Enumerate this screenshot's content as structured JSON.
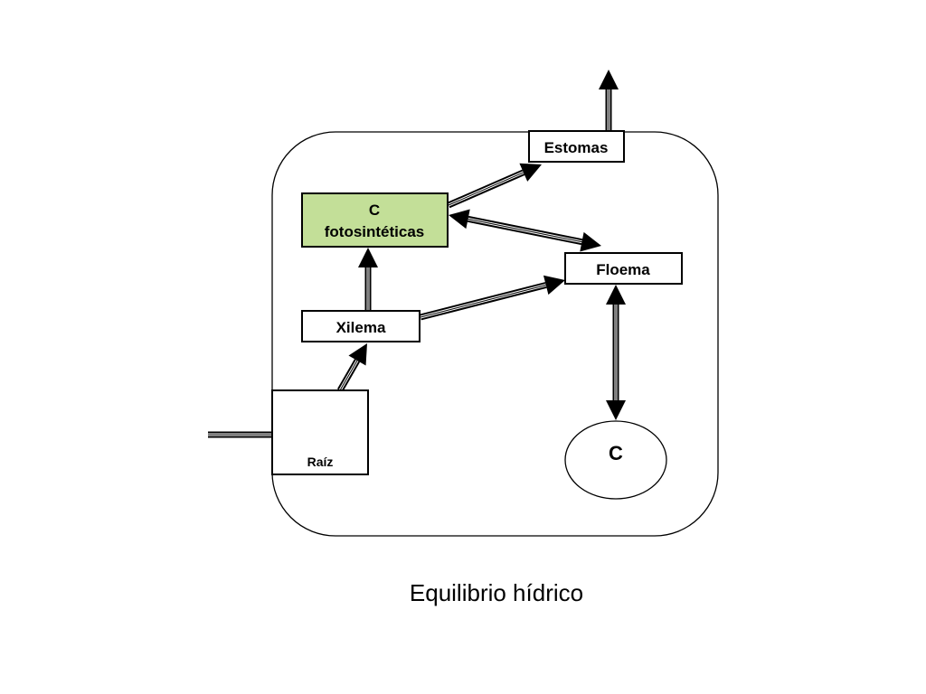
{
  "diagram": {
    "caption": "Equilibrio hídrico",
    "colors": {
      "photosynthetic_fill": "#c3df98",
      "box_fill": "#ffffff",
      "stroke": "#000000"
    },
    "nodes": {
      "estomas": "Estomas",
      "fotosinteticas_line1": "C",
      "fotosinteticas_line2": "fotosintéticas",
      "floema": "Floema",
      "xilema": "Xilema",
      "raiz": "Raíz",
      "c_circle": "C"
    },
    "edges": [
      {
        "from": "external",
        "to": "Raíz",
        "kind": "one-way"
      },
      {
        "from": "Raíz",
        "to": "Xilema",
        "kind": "one-way"
      },
      {
        "from": "Xilema",
        "to": "C fotosintéticas",
        "kind": "one-way"
      },
      {
        "from": "Xilema",
        "to": "Floema",
        "kind": "one-way"
      },
      {
        "from": "C fotosintéticas",
        "to": "Estomas",
        "kind": "one-way"
      },
      {
        "from": "C fotosintéticas",
        "to": "Floema",
        "kind": "two-way"
      },
      {
        "from": "Floema",
        "to": "C",
        "kind": "two-way"
      },
      {
        "from": "Estomas",
        "to": "external",
        "kind": "one-way"
      }
    ]
  }
}
